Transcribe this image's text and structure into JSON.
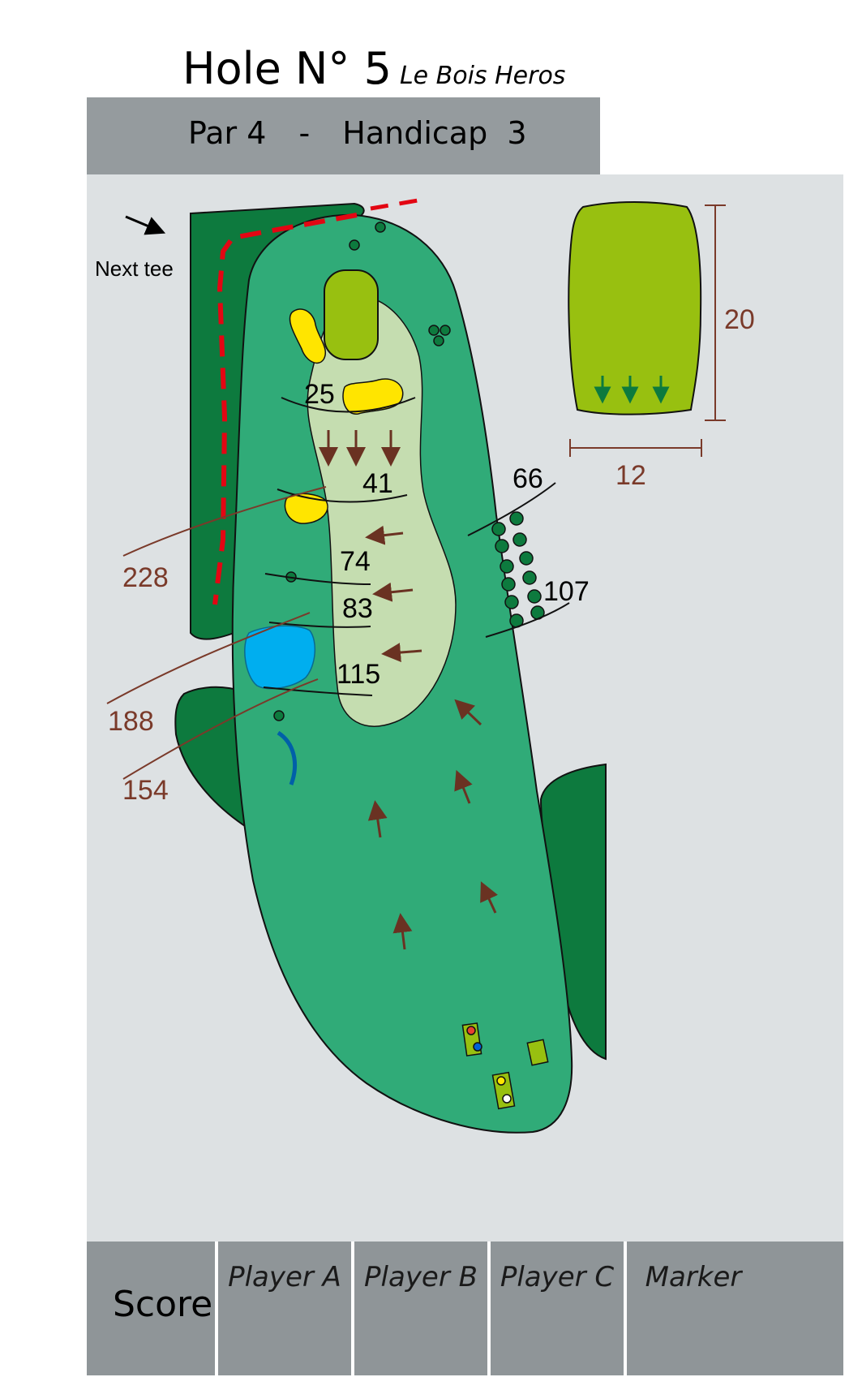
{
  "header": {
    "hole_title": "Hole N° 5",
    "hole_name": "Le Bois Heros",
    "par_text": "Par 4",
    "separator": "-",
    "handicap_text": "Handicap  3"
  },
  "map": {
    "next_tee_label": "Next tee",
    "green_size": {
      "length": "20",
      "width": "12"
    },
    "distances_inner": [
      "25",
      "41",
      "74",
      "83",
      "115"
    ],
    "distances_right": [
      "66",
      "107"
    ],
    "distances_left": [
      "228",
      "188",
      "154"
    ]
  },
  "colors": {
    "rough": "#30ab78",
    "trees": "#0d7a3e",
    "green": "#98c010",
    "fairway": "#c5ddb0",
    "bunker": "#ffe500",
    "water": "#00aeef",
    "out_of_bounds": "#e30613",
    "distance_line": "#7a3a2a",
    "background": "#dde1e3",
    "header_bar": "#959b9e"
  },
  "scorecard": {
    "row_label": "Score",
    "columns": [
      "Player A",
      "Player B",
      "Player C",
      "Marker"
    ]
  }
}
